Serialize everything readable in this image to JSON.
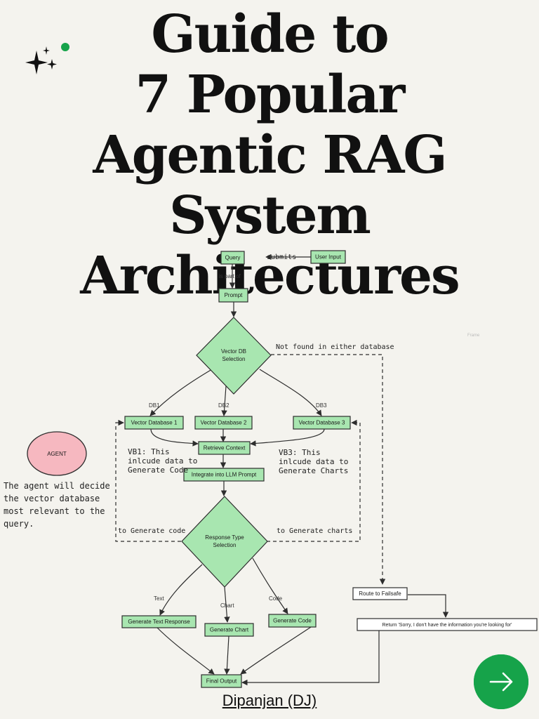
{
  "title_lines": [
    "Guide to",
    "7 Popular",
    "Agentic RAG System",
    "Architectures"
  ],
  "author": "Dipanjan (DJ)",
  "nodes": {
    "query": "Query",
    "user_input": "User Input",
    "prompt": "Prompt",
    "vector_db_selection_1": "Vector DB",
    "vector_db_selection_2": "Selection",
    "vdb1": "Vector Database 1",
    "vdb2": "Vector Database 2",
    "vdb3": "Vector Database 3",
    "retrieve_context": "Retrieve Context",
    "integrate_prompt": "Integrate into LLM Prompt",
    "response_type_1": "Response Type",
    "response_type_2": "Selection",
    "gen_text": "Generate Text Response",
    "gen_chart": "Generate Chart",
    "gen_code": "Generate Code",
    "final_output": "Final Output",
    "route_failsafe": "Route to Failsafe",
    "return_msg": "Return 'Sorry, I don't have the information you're looking for'",
    "agent": "AGENT"
  },
  "edge_labels": {
    "submits": "submits",
    "is_part_of": "is part of",
    "not_found": "Not found in either database",
    "db1": "DB1",
    "db2": "DB2",
    "db3": "DB3",
    "to_gen_code": "to Generate code",
    "to_gen_charts": "to Generate charts",
    "text": "Text",
    "chart": "Chart",
    "code": "Code"
  },
  "notes": {
    "vb1": [
      "VB1: This",
      "inlcude data to",
      "Generate Code"
    ],
    "vb3": [
      "VB3: This",
      "inlcude data to",
      "Generate Charts"
    ],
    "agent": [
      "The agent will decide",
      "the vector database",
      "most relevant to the",
      "query."
    ]
  },
  "frame_label": "Frame",
  "colors": {
    "node_fill": "#a8e6b0",
    "agent_fill": "#f6b8c0",
    "button": "#16a34a",
    "background": "#f4f3ee"
  },
  "icons": {
    "sparkle": "sparkle-icon",
    "next": "arrow-right-icon"
  }
}
